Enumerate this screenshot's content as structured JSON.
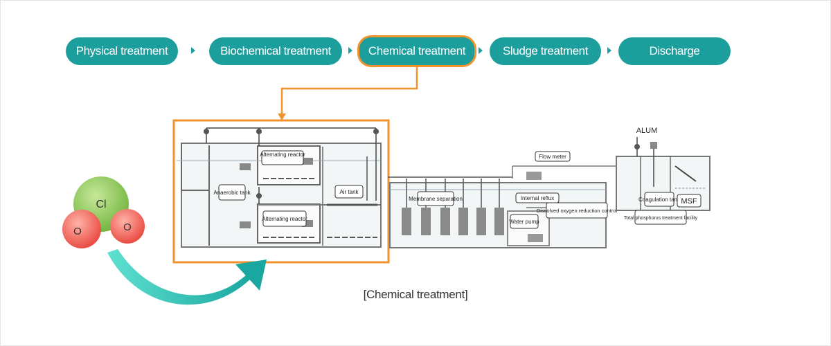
{
  "steps": [
    {
      "label": "Physical treatment"
    },
    {
      "label": "Biochemical treatment"
    },
    {
      "label": "Chemical treatment"
    },
    {
      "label": "Sludge treatment"
    },
    {
      "label": "Discharge"
    }
  ],
  "active_step": "Chemical treatment",
  "diagram": {
    "alternating_reactor_top": "Alternating reactor",
    "anaerobic_tank": "Anaerobic tank",
    "alternating_reactor_bottom": "Alternating reactor",
    "air_tank": "Air tank",
    "membrane_separation": "Membrane separation",
    "flow_meter": "Flow meter",
    "internal_reflux": "Internal reflux",
    "dissolved_oxygen": "Dissolved oxygen reduction control",
    "water_pump": "Water pump",
    "alum": "ALUM",
    "coagulation_tank": "Coagulation tank",
    "msf": "MSF",
    "total_phosphorus": "Total phosphorus treatment facility"
  },
  "molecule": {
    "center": "Cl",
    "left": "O",
    "right": "O"
  },
  "caption": "[Chemical treatment]",
  "colors": {
    "teal": "#1c9e9c",
    "orange": "#f0932c",
    "green": "#8bc34a",
    "red": "#ef5350"
  }
}
